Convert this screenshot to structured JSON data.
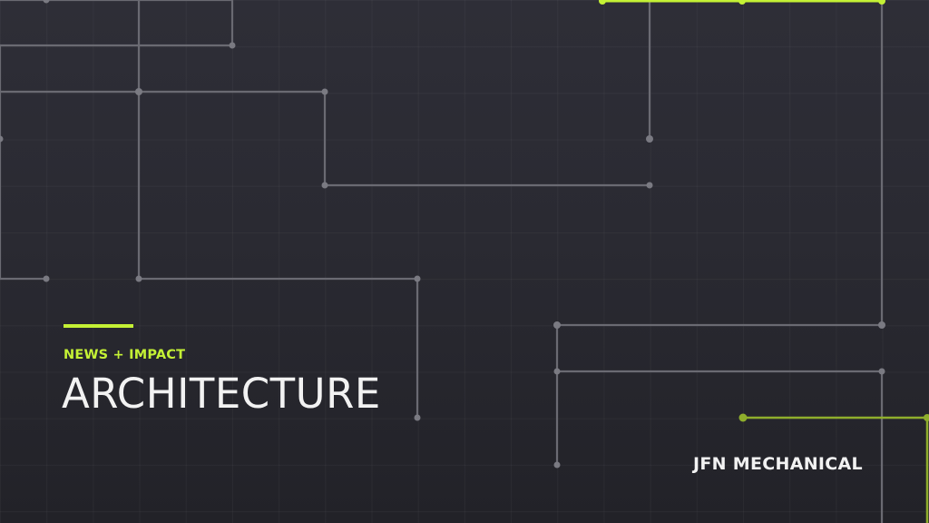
{
  "hero": {
    "eyebrow": "NEWS + IMPACT",
    "title": "ARCHITECTURE",
    "brand": "JFN MECHANICAL"
  },
  "colors": {
    "background": "#2b2b33",
    "accent": "#c4f135",
    "circuit_line": "#6a6a72",
    "text": "#f2f2f2"
  },
  "icons": {
    "background_graphic": "circuit-lines-graphic"
  }
}
